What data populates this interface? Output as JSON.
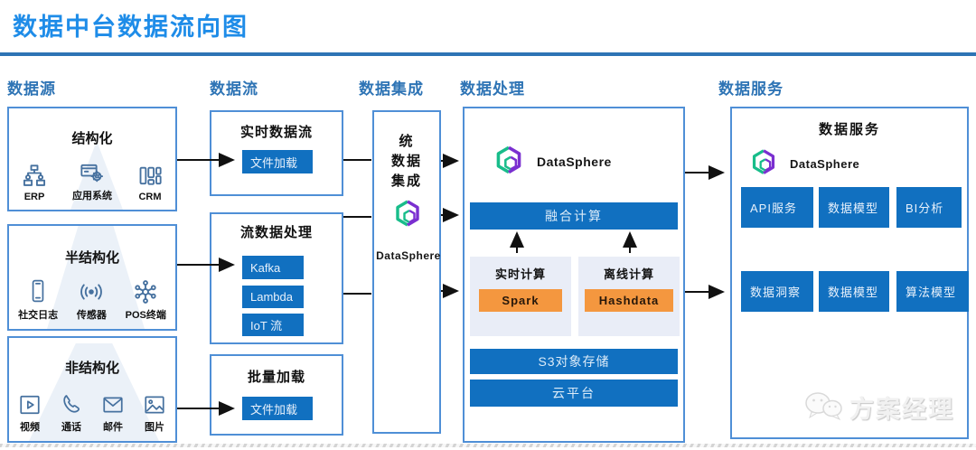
{
  "title": "数据中台数据流向图",
  "headers": {
    "source": "数据源",
    "flow": "数据流",
    "integration": "数据集成",
    "processing": "数据处理",
    "service": "数据服务"
  },
  "source": {
    "structured": {
      "title": "结构化",
      "items": [
        {
          "label": "ERP"
        },
        {
          "label": "应用系统"
        },
        {
          "label": "CRM"
        }
      ]
    },
    "semi_structured": {
      "title": "半结构化",
      "items": [
        {
          "label": "社交日志"
        },
        {
          "label": "传感器"
        },
        {
          "label": "POS终端"
        }
      ]
    },
    "unstructured": {
      "title": "非结构化",
      "items": [
        {
          "label": "视频"
        },
        {
          "label": "通话"
        },
        {
          "label": "邮件"
        },
        {
          "label": "图片"
        }
      ]
    }
  },
  "flow": {
    "realtime": {
      "title": "实时数据流",
      "button": "文件加载"
    },
    "stream": {
      "title": "流数据处理",
      "buttons": [
        "Kafka",
        "Lambda",
        "IoT 流"
      ]
    },
    "batch": {
      "title": "批量加载",
      "button": "文件加载"
    }
  },
  "integration": {
    "lines": [
      "统",
      "数据",
      "集成"
    ],
    "product": "DataSphere"
  },
  "processing": {
    "product": "DataSphere",
    "fusion_bar": "融合计算",
    "realtime_compute": {
      "title": "实时计算",
      "button": "Spark"
    },
    "offline_compute": {
      "title": "离线计算",
      "button": "Hashdata"
    },
    "storage_bar": "S3对象存储",
    "platform_bar": "云平台"
  },
  "service": {
    "title": "数据服务",
    "product": "DataSphere",
    "buttons_row1": [
      "API服务",
      "数据模型",
      "BI分析"
    ],
    "buttons_row2": [
      "数据洞察",
      "数据模型",
      "算法模型"
    ]
  },
  "watermark": "方案经理",
  "colors": {
    "accent_blue": "#1170c0",
    "border_blue": "#4f8fd6",
    "header_blue": "#2e74b5",
    "title_blue": "#1e8ce8",
    "orange": "#f4973f",
    "panel_bg": "#e9edf7"
  }
}
